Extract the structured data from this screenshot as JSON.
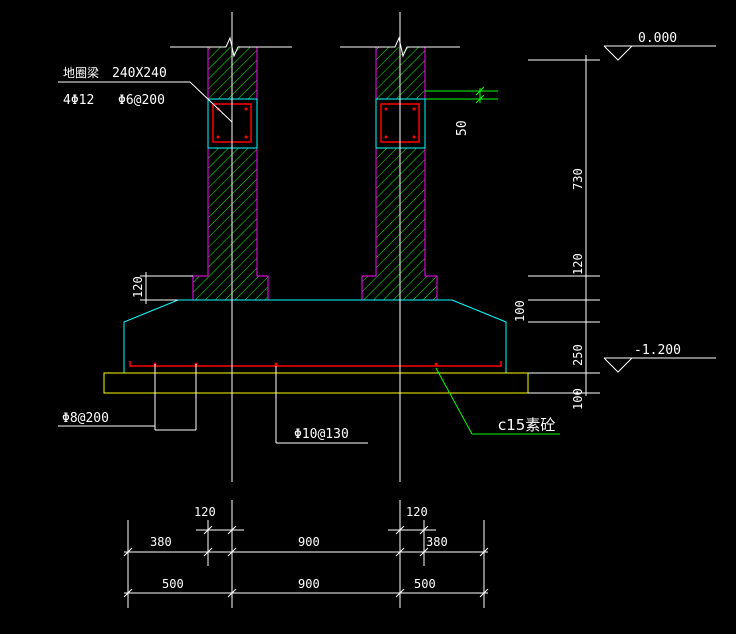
{
  "colors": {
    "background": "#000000",
    "wall_outline": "#ff00ff",
    "hatch": "#00ff00",
    "footing_outline": "#00ffff",
    "beam_outline": "#00ffff",
    "rebar": "#ff0000",
    "cushion": "#ffff00",
    "leader_green": "#00ff00",
    "text": "#ffffff",
    "dimension": "#ffffff"
  },
  "labels": {
    "ring_beam_title": "地圈梁",
    "ring_beam_size": "240X240",
    "main_bars": "4Φ12",
    "stirrups": "Φ6@200",
    "cover_dim": "50",
    "bottom_bar_x": "Φ8@200",
    "bottom_bar_y": "Φ10@130",
    "cushion_label": "c15素砼"
  },
  "elevations": {
    "top": "0.000",
    "bottom": "-1.200"
  },
  "vertical_dims": {
    "d730": "730",
    "d120_right": "120",
    "d100_a": "100",
    "d250": "250",
    "d100_b": "100",
    "d120_left": "120"
  },
  "horizontal_dims": {
    "top_row": [
      "120",
      "120"
    ],
    "mid_row": [
      "380",
      "900",
      "380"
    ],
    "bottom_row": [
      "500",
      "900",
      "500"
    ]
  }
}
